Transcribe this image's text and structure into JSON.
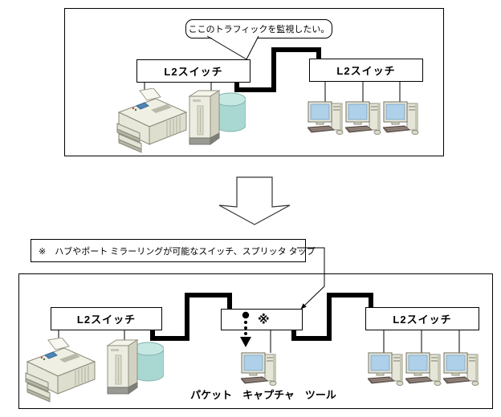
{
  "top_panel": {
    "callout_text": "ここのトラフィックを監視したい。",
    "left_switch_label": "L2スイッチ",
    "right_switch_label": "L2スイッチ"
  },
  "note": {
    "text": "※　ハブやポート ミラーリングが可能なスイッチ、スプリッタ タップ"
  },
  "bottom_panel": {
    "left_switch_label": "L2スイッチ",
    "tap_mark": "※",
    "right_switch_label": "L2スイッチ",
    "capture_tool_label": "パケット　キャプチャ　ツール"
  },
  "icons": {
    "copier-icon": "multifunction printer/copier",
    "server-icon": "server tower with database cylinder",
    "pc-icon": "desktop computer with monitor, tower and keyboard",
    "down-arrow-icon": "hollow block arrow pointing down (before to after)",
    "mirror-arrow-icon": "dotted arrow of mirrored traffic to capture tool",
    "note-pointer-icon": "thin arrow from note box to tap device",
    "callout-icon": "speech bubble pointing at the trunk cable"
  },
  "colors": {
    "background": "#ffffff",
    "line": "#000000",
    "cable": "#000000",
    "pc_screen": "#aed0e8",
    "db_cylinder": "#a9d8d3",
    "device_body": "#eaeade"
  }
}
